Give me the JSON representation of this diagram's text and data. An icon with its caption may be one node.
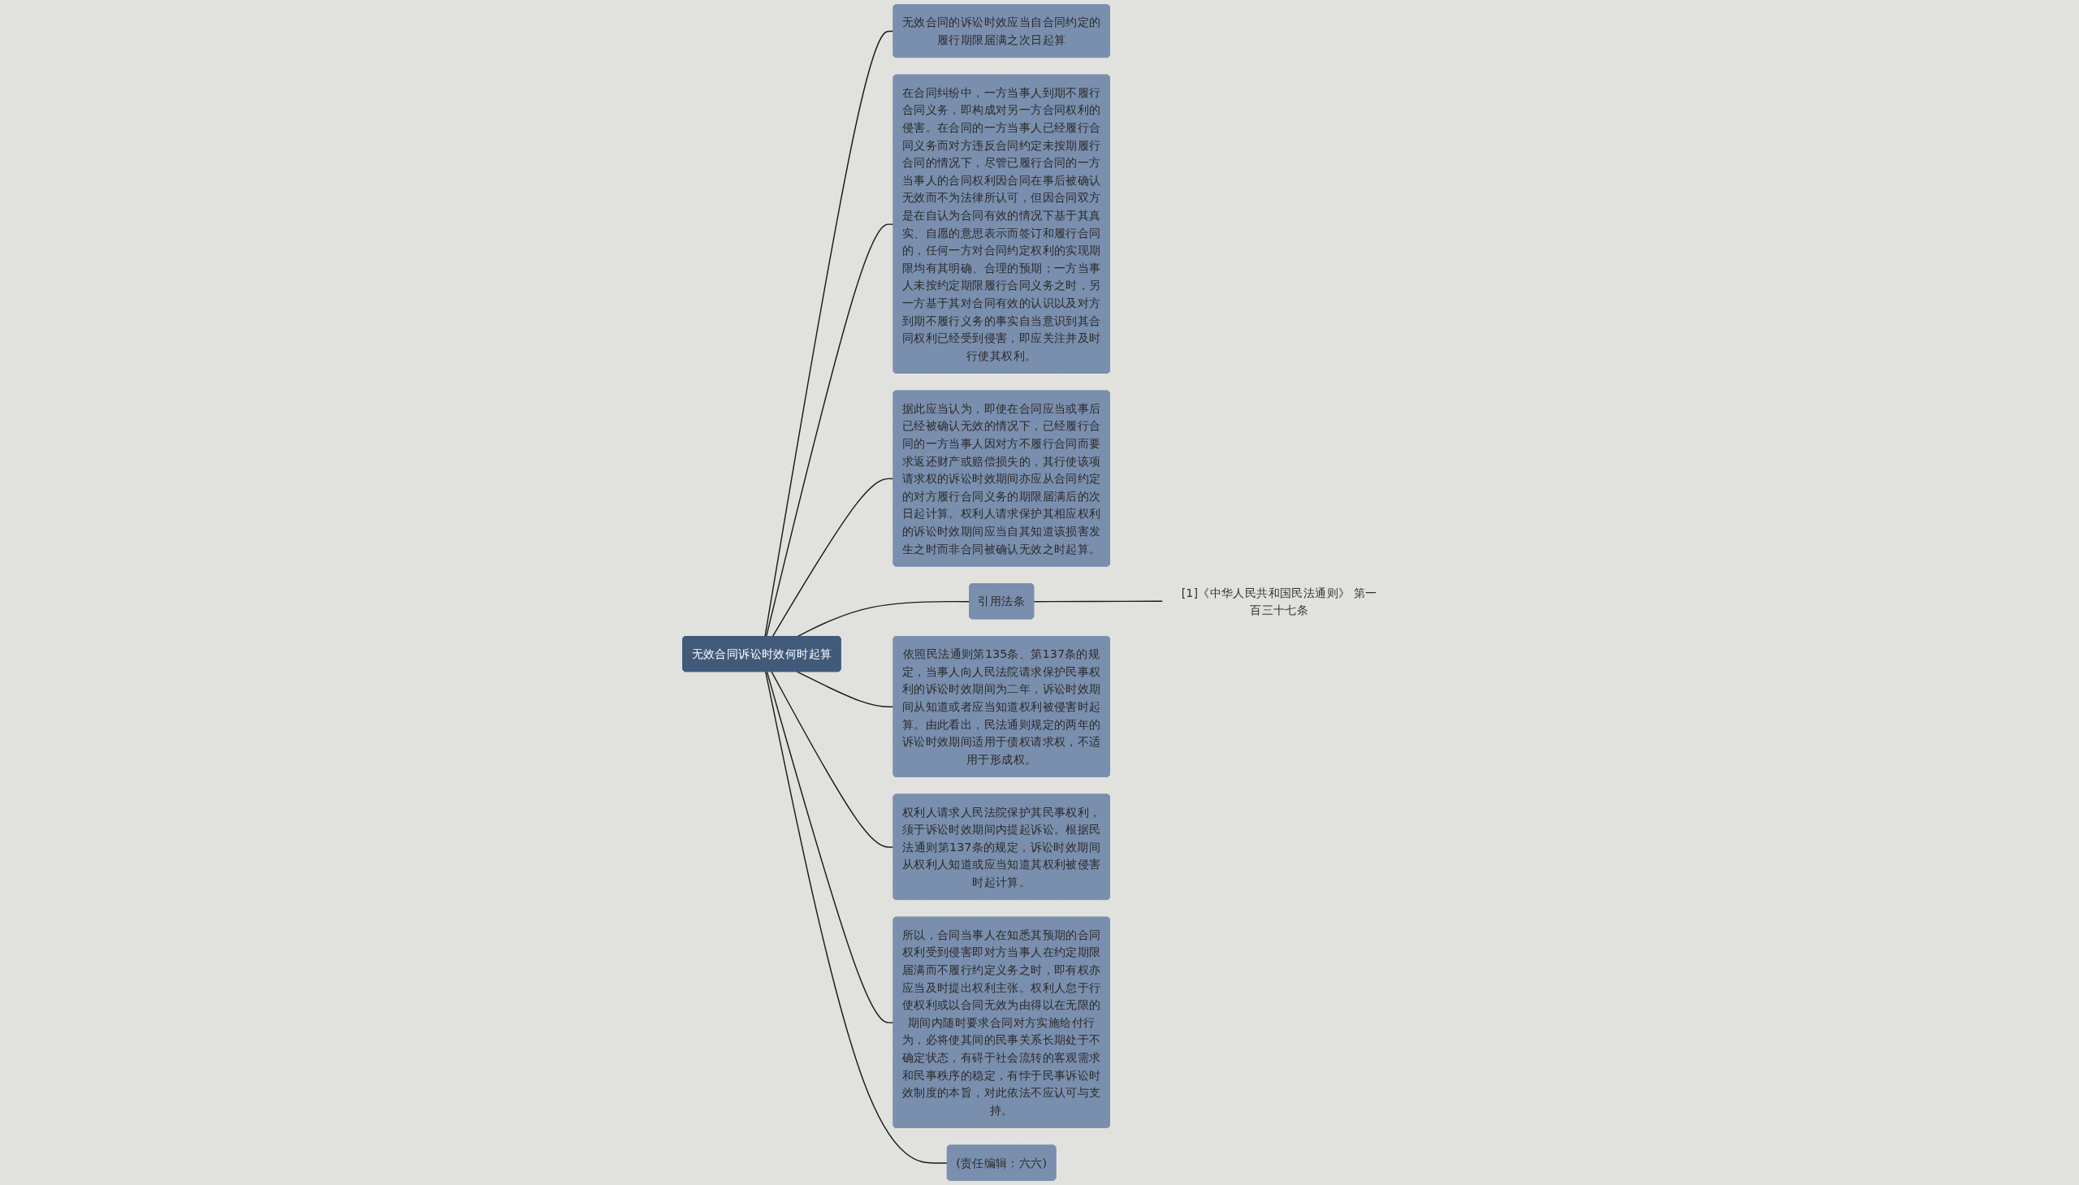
{
  "diagram": {
    "nodes": [
      {
        "text": [
          "无效合同诉讼时效何时起算"
        ]
      },
      {
        "text": [
          "无效合同的诉讼时效应当自合同约定的履行期限届满之次日起算"
        ]
      },
      {
        "text": [
          "在合同纠纷中，一方当事人到期不履行合同义务，即构成对另一方合同权利的侵害。在合同的一方当事人已经履行合同义务而对方违反合同约定未按期履行合同的情况下，尽管已履行合同的一方当事人的合同权利因合同在事后被确认无效而不为法律所认可，但因合同双方是在自认为合同有效的情况下基于其真实、自愿的意思表示而签订和履行合同的，任何一方对合同约定权利的实现期限均有其明确、合理的预期；一方当事人未按约定期限履行合同义务之时，另一方基于其对合同有效的认识以及对方到期不履行义务的事实自当意识到其合同权利已经受到侵害，即应关注并及时行使其权利。"
        ]
      },
      {
        "text": [
          "据此应当认为，即使在合同应当或事后已经被确认无效的情况下，已经履行合同的一方当事人因对方不履行合同而要求返还财产或赔偿损失的，其行使该项请求权的诉讼时效期间亦应从合同约定的对方履行合同义务的期限届满后的次日起计算。权利人请求保护其相应权利的诉讼时效期间应当自其知道该损害发生之时而非合同被确认无效之时起算。"
        ]
      },
      {
        "text": [
          "引用法条"
        ]
      },
      {
        "text": [
          "[1]《中华人民共和国民法通则》 第一百三十七条"
        ]
      },
      {
        "text": [
          "依照民法通则第135条、第137条的规定，当事人向人民法院请求保护民事权利的诉讼时效期间为二年，诉讼时效期间从知道或者应当知道权利被侵害时起算。由此看出，民法通则规定的两年的诉讼时效期间适用于债权请求权，不适用于形成权。"
        ]
      },
      {
        "text": [
          "权利人请求人民法院保护其民事权利，须于诉讼时效期间内提起诉讼。根据民法通则第137条的规定，诉讼时效期间从权利人知道或应当知道其权利被侵害时起计算。"
        ]
      },
      {
        "text": [
          "所以，合同当事人在知悉其预期的合同权利受到侵害即对方当事人在约定期限届满而不履行约定义务之时，即有权亦应当及时提出权利主张。权利人怠于行使权利或以合同无效为由得以在无限的期间内随时要求合同对方实施给付行为，必将使其间的民事关系长期处于不确定状态，有碍于社会流转的客观需求和民事秩序的稳定，有悖于民事诉讼时效制度的本旨，对此依法不应认可与支持。"
        ]
      },
      {
        "text": [
          "(责任编辑：六六)"
        ]
      }
    ],
    "edges": [
      {
        "from": 0,
        "to": 1,
        "arrow": "none"
      },
      {
        "from": 0,
        "to": 2,
        "arrow": "none"
      },
      {
        "from": 0,
        "to": 3,
        "arrow": "none"
      },
      {
        "from": 0,
        "to": 4,
        "arrow": "none"
      },
      {
        "from": 4,
        "to": 5,
        "arrow": "none"
      },
      {
        "from": 0,
        "to": 6,
        "arrow": "none"
      },
      {
        "from": 0,
        "to": 7,
        "arrow": "none"
      },
      {
        "from": 0,
        "to": 8,
        "arrow": "none"
      },
      {
        "from": 0,
        "to": 9,
        "arrow": "none"
      }
    ]
  }
}
